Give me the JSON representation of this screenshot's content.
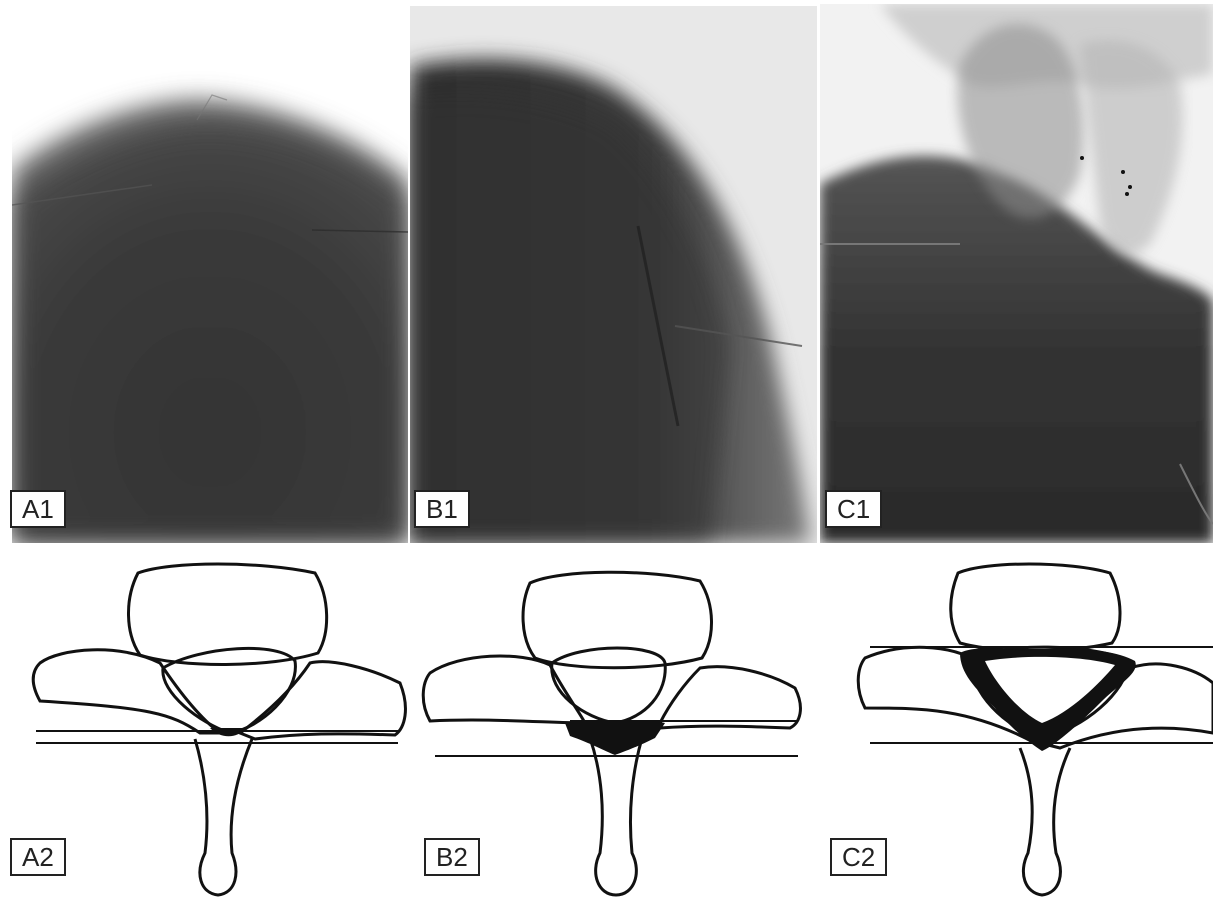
{
  "panels": {
    "A1": "A1",
    "B1": "B1",
    "C1": "C1",
    "A2": "A2",
    "B2": "B2",
    "C2": "C2"
  },
  "colors": {
    "background": "#ffffff",
    "ink": "#111111",
    "xray_dark": "#2e2e2e",
    "xray_light": "#e6e6e6"
  }
}
